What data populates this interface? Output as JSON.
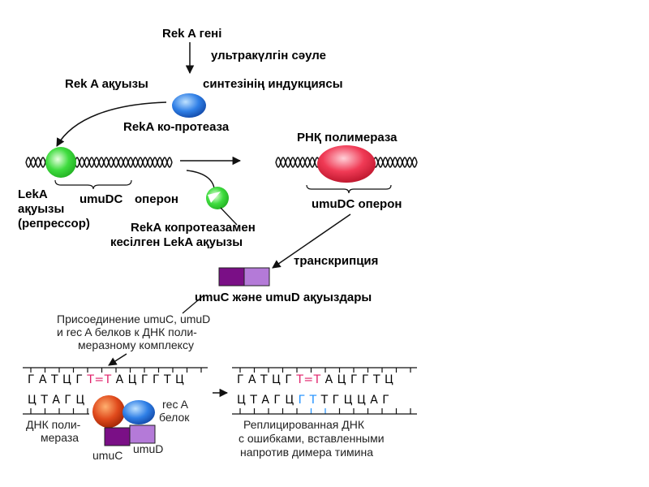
{
  "labels": {
    "gene": "Rek A гені",
    "uv": "ультракүлгін сәуле",
    "protein": "Rek A ақуызы",
    "induction": "синтезінің индукциясы",
    "coprotease": "RekA  ко-протеаза",
    "rna_pol": "РНҚ полимераза",
    "leka_1": "LekA",
    "leka_2": "ақуызы",
    "leka_3": "(репрессор)",
    "umudc_left": "umuDC",
    "operon_left": "оперон",
    "umudc_operon_right": "umuDC оперон",
    "cleaved_1": "RekA копротеазамен",
    "cleaved_2": "кесілген LekA ақуызы",
    "transcription": "транскрипция",
    "umu_proteins": "umuC және umuD ақуыздары",
    "assoc_1": "Присоединение umuC, umuD",
    "assoc_2": "и rec A белков к ДНК поли-",
    "assoc_3": "меразному комплексу",
    "dna_pol_1": "ДНК поли-",
    "dna_pol_2": "мераза",
    "reca_1": "rec A",
    "reca_2": "белок",
    "umuc": "umuC",
    "umud": "umuD",
    "replicated_1": "Реплицированная ДНК",
    "replicated_2": "с ошибками, вставленными",
    "replicated_3": "напротив димера тимина"
  },
  "sequences": {
    "left_top": [
      {
        "t": "Г А Т Ц Г "
      },
      {
        "t": "Т=Т",
        "hl": "dimer"
      },
      {
        "t": " А Ц Г Г Т Ц"
      }
    ],
    "left_bottom": [
      {
        "t": "Ц Т А Г Ц"
      }
    ],
    "right_top": [
      {
        "t": "Г А Т Ц Г "
      },
      {
        "t": "Т=Т",
        "hl": "dimer"
      },
      {
        "t": " А Ц Г Г Т Ц"
      }
    ],
    "right_bottom": [
      {
        "t": "Ц Т А Г Ц "
      },
      {
        "t": "Г Т",
        "hl": "error"
      },
      {
        "t": " Т Г Ц Ц А Г"
      }
    ]
  },
  "colors": {
    "dimer": "#e0206a",
    "error": "#1e90ff",
    "leka_green": "#3fdc3f",
    "reca_blue": "#2f7fe6",
    "rna_pol_red": "#f03a55",
    "dna_pol_red": "#e04a1c",
    "umuc_purple": "#7a0f86",
    "umud_lilac": "#b47ad8"
  }
}
